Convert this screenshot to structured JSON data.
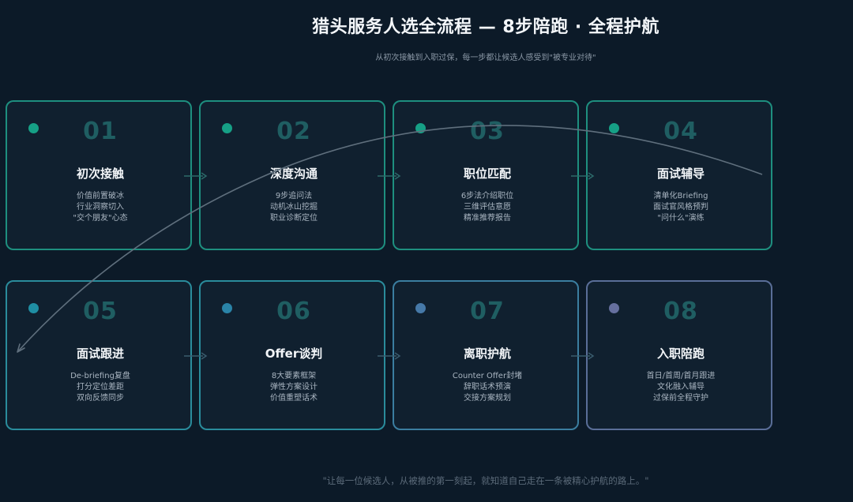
{
  "header": {
    "title": "猎头服务人选全流程 — 8步陪跑 · 全程护航",
    "subtitle": "从初次接触到入职过保，每一步都让候选人感受到\"被专业对待\""
  },
  "steps": [
    {
      "num": "01",
      "title": "初次接触",
      "lines": [
        "价值前置破冰",
        "行业洞察切入",
        "\"交个朋友\"心态"
      ]
    },
    {
      "num": "02",
      "title": "深度沟通",
      "lines": [
        "9步追问法",
        "动机冰山挖掘",
        "职业诊断定位"
      ]
    },
    {
      "num": "03",
      "title": "职位匹配",
      "lines": [
        "6步法介绍职位",
        "三维评估意愿",
        "精准推荐报告"
      ]
    },
    {
      "num": "04",
      "title": "面试辅导",
      "lines": [
        "清单化Briefing",
        "面试官风格预判",
        "\"问什么\"演练"
      ]
    },
    {
      "num": "05",
      "title": "面试跟进",
      "lines": [
        "De-briefing复盘",
        "打分定位差距",
        "双向反馈同步"
      ]
    },
    {
      "num": "06",
      "title": "Offer谈判",
      "lines": [
        "8大要素框架",
        "弹性方案设计",
        "价值重塑话术"
      ]
    },
    {
      "num": "07",
      "title": "离职护航",
      "lines": [
        "Counter Offer封堵",
        "辞职话术预演",
        "交接方案规划"
      ]
    },
    {
      "num": "08",
      "title": "入职陪跑",
      "lines": [
        "首日/首周/首月跟进",
        "文化融入辅导",
        "过保前全程守护"
      ]
    }
  ],
  "footer": {
    "quote": "\"让每一位候选人，从被推的第一刻起，就知道自己走在一条被精心护航的路上。\""
  },
  "colors": {
    "background": "#0c1a28",
    "row1_border": "#1e8f7f",
    "row2_borders": [
      "#2a8c9c",
      "#2a8c9c",
      "#3b7ea0",
      "#5a6e98"
    ],
    "dots": [
      "#16a086",
      "#16a086",
      "#16a086",
      "#16a086",
      "#1f8ea3",
      "#2a84a8",
      "#4679a8",
      "#66709f"
    ]
  }
}
